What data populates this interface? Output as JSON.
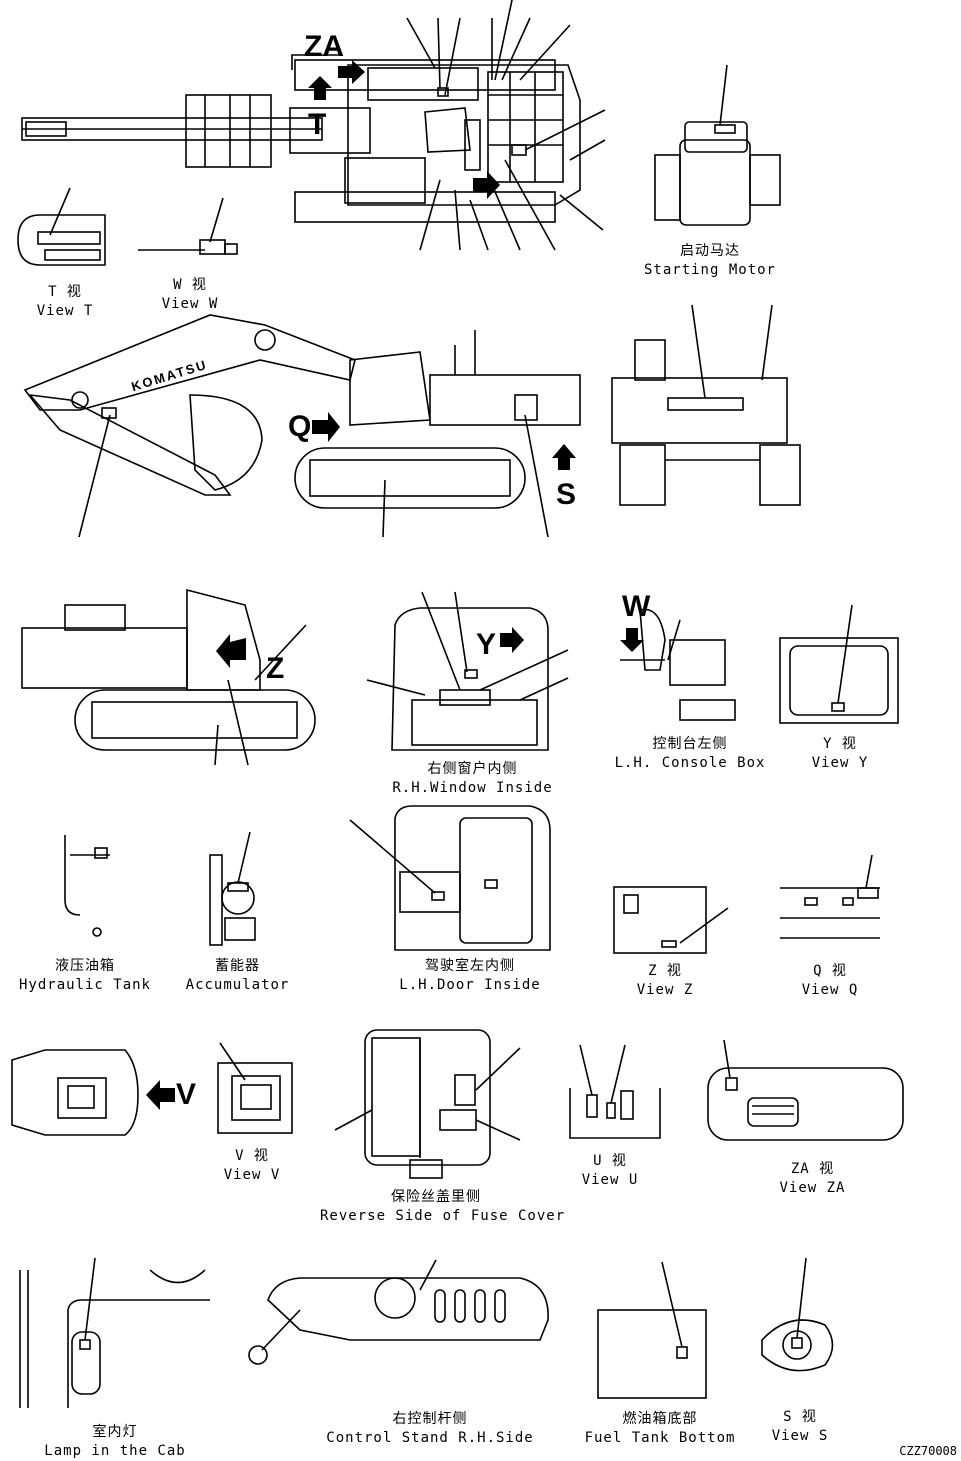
{
  "labels": {
    "view_t": {
      "cn": "T  视",
      "en": "View T"
    },
    "view_w": {
      "cn": "W  视",
      "en": "View W"
    },
    "starting_motor": {
      "cn": "启动马达",
      "en": "Starting Motor"
    },
    "rh_window_inside": {
      "cn": "右侧窗户内侧",
      "en": "R.H.Window Inside"
    },
    "lh_console_box": {
      "cn": "控制台左侧",
      "en": "L.H. Console Box"
    },
    "view_y": {
      "cn": "Y  视",
      "en": "View Y"
    },
    "hydraulic_tank": {
      "cn": "液压油箱",
      "en": "Hydraulic Tank"
    },
    "accumulator": {
      "cn": "蓄能器",
      "en": "Accumulator"
    },
    "lh_door_inside": {
      "cn": "驾驶室左内侧",
      "en": "L.H.Door Inside"
    },
    "view_z": {
      "cn": "Z  视",
      "en": "View Z"
    },
    "view_q": {
      "cn": "Q  视",
      "en": "View Q"
    },
    "view_v": {
      "cn": "V  视",
      "en": "View V"
    },
    "fuse_cover": {
      "cn": "保险丝盖里侧",
      "en": "Reverse Side of Fuse Cover"
    },
    "view_u": {
      "cn": "U  视",
      "en": "View U"
    },
    "view_za": {
      "cn": "ZA  视",
      "en": "View ZA"
    },
    "lamp_cab": {
      "cn": "室内灯",
      "en": "Lamp in the Cab"
    },
    "control_stand": {
      "cn": "右控制杆侧",
      "en": "Control Stand R.H.Side"
    },
    "fuel_tank": {
      "cn": "燃油箱底部",
      "en": "Fuel Tank Bottom"
    },
    "view_s": {
      "cn": "S  视",
      "en": "View S"
    }
  },
  "markers": {
    "za": "ZA",
    "t": "T",
    "q": "Q",
    "s": "S",
    "z": "Z",
    "y": "Y",
    "w": "W",
    "v": "V"
  },
  "brand": "KOMATSU",
  "drawing_code": "CZZ70008"
}
